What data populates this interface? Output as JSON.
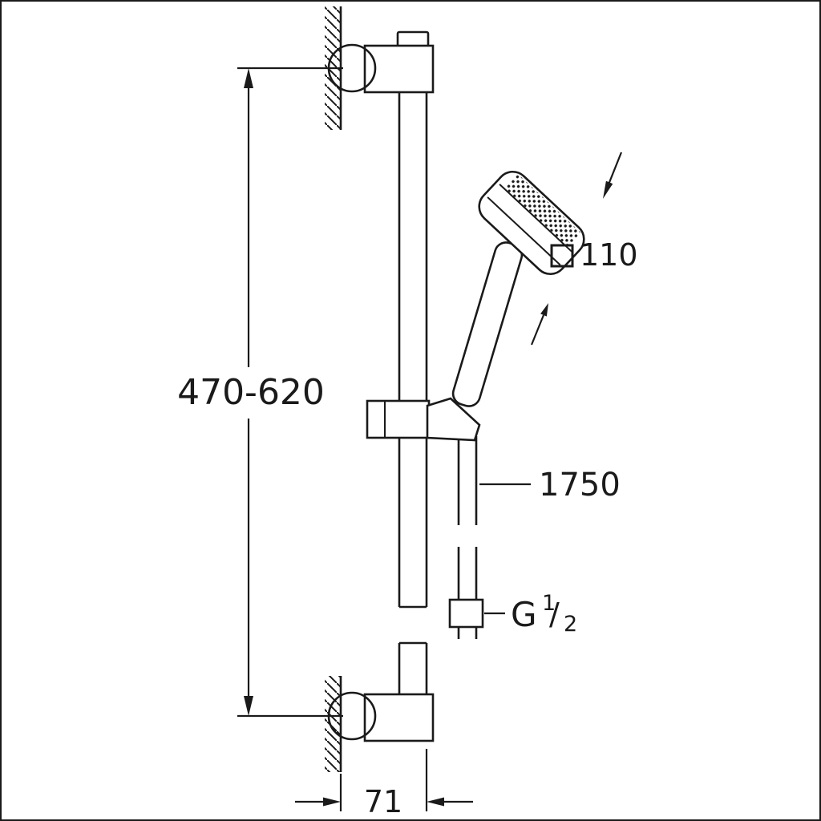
{
  "document": {
    "type": "technical-drawing",
    "subject": "wall-mounted shower rail set with hand shower and hose",
    "background_color": "#ffffff",
    "line_color": "#1a1a1a"
  },
  "labels": {
    "rail_length": "470-620",
    "head_width": "110",
    "head_width_symbol": "square",
    "hose_length": "1750",
    "thread_letter": "G",
    "thread_numerator": "1",
    "thread_slash": "/",
    "thread_denominator": "2",
    "wall_offset": "71"
  }
}
